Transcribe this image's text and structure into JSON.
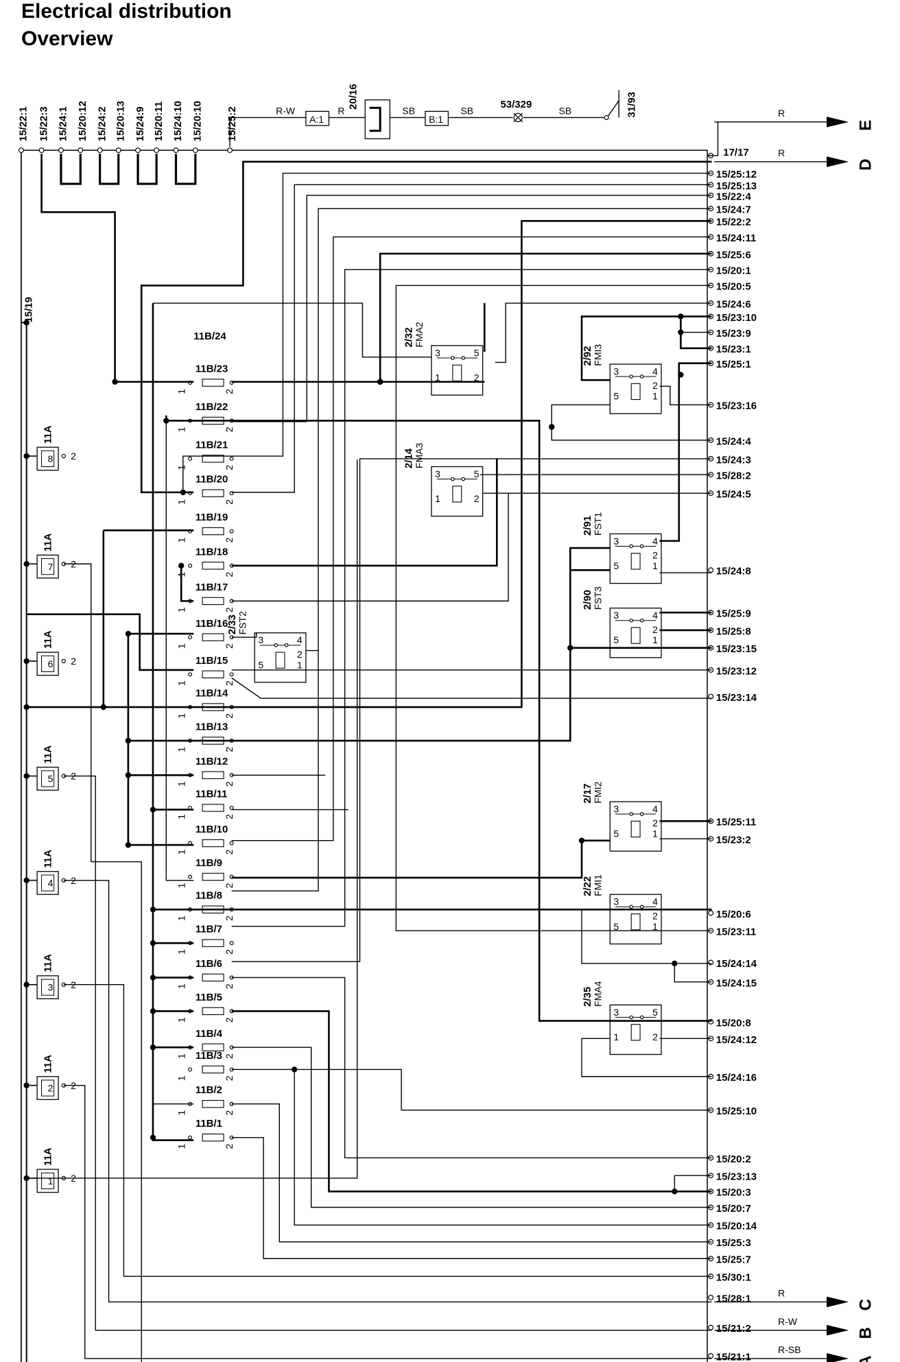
{
  "title_line1": "Electrical distribution",
  "title_line2": "Overview",
  "top_pins": [
    "15/22:1",
    "15/22:3",
    "15/24:1",
    "15/20:12",
    "15/24:2",
    "15/20:13",
    "15/24:9",
    "15/20:11",
    "15/24:10",
    "15/20:10",
    "15/25:2"
  ],
  "top_path": {
    "wire1": "R-W",
    "box_a": "A:1",
    "wire2": "R",
    "relay_20_16": "20/16",
    "wire3": "SB",
    "box_b": "B:1",
    "wire4": "SB",
    "comp_53_329": "53/329",
    "wire5": "SB",
    "ground_31_93": "31/93"
  },
  "label_15_19": "15/19",
  "right_pins": [
    "17/17",
    "15/25:12",
    "15/25:13",
    "15/22:4",
    "15/24:7",
    "15/22:2",
    "15/24:11",
    "15/25:6",
    "15/20:1",
    "15/20:5",
    "15/24:6",
    "15/23:10",
    "15/23:9",
    "15/23:1",
    "15/25:1",
    "15/23:16",
    "15/24:4",
    "15/24:3",
    "15/28:2",
    "15/24:5",
    "15/24:8",
    "15/25:9",
    "15/25:8",
    "15/23:15",
    "15/23:12",
    "15/23:14",
    "15/25:11",
    "15/23:2",
    "15/20:6",
    "15/23:11",
    "15/24:14",
    "15/24:15",
    "15/20:8",
    "15/24:12",
    "15/24:16",
    "15/25:10",
    "15/20:2",
    "15/23:13",
    "15/20:3",
    "15/20:7",
    "15/20:14",
    "15/25:3",
    "15/25:7",
    "15/30:1",
    "15/28:1",
    "15/21:2",
    "15/21:1"
  ],
  "outputs": [
    {
      "letter": "E",
      "wire": "R"
    },
    {
      "letter": "D",
      "wire": "R"
    },
    {
      "letter": "C",
      "wire": "R"
    },
    {
      "letter": "B",
      "wire": "R-W"
    },
    {
      "letter": "A",
      "wire": "R-SB"
    }
  ],
  "fuses_11b": [
    "11B/24",
    "11B/23",
    "11B/22",
    "11B/21",
    "11B/20",
    "11B/19",
    "11B/18",
    "11B/17",
    "11B/16",
    "11B/15",
    "11B/14",
    "11B/13",
    "11B/12",
    "11B/11",
    "11B/10",
    "11B/9",
    "11B/8",
    "11B/7",
    "11B/6",
    "11B/5",
    "11B/4",
    "11B/3",
    "11B/2",
    "11B/1"
  ],
  "fuse_pin_1": "1",
  "fuse_pin_2": "2",
  "fuses_11a": {
    "label": "11A",
    "numbers": [
      "8",
      "7",
      "6",
      "5",
      "4",
      "3",
      "2",
      "1"
    ],
    "pin": "2"
  },
  "relays": [
    {
      "num": "2/32",
      "code": "FMA2",
      "pins": [
        "3",
        "5",
        "1",
        "2"
      ]
    },
    {
      "num": "2/14",
      "code": "FMA3",
      "pins": [
        "3",
        "5",
        "1",
        "2"
      ]
    },
    {
      "num": "2/33",
      "code": "FST2",
      "pins": [
        "3",
        "4",
        "5",
        "1",
        "2"
      ]
    },
    {
      "num": "2/92",
      "code": "FMI3",
      "pins": [
        "3",
        "4",
        "5",
        "1",
        "2"
      ]
    },
    {
      "num": "2/91",
      "code": "FST1",
      "pins": [
        "3",
        "4",
        "5",
        "1",
        "2"
      ]
    },
    {
      "num": "2/90",
      "code": "FST3",
      "pins": [
        "3",
        "4",
        "5",
        "1",
        "2"
      ]
    },
    {
      "num": "2/17",
      "code": "FMI2",
      "pins": [
        "3",
        "4",
        "5",
        "1",
        "2"
      ]
    },
    {
      "num": "2/22",
      "code": "FMI1",
      "pins": [
        "3",
        "4",
        "5",
        "1",
        "2"
      ]
    },
    {
      "num": "2/35",
      "code": "FMA4",
      "pins": [
        "3",
        "5",
        "1",
        "2"
      ]
    }
  ]
}
